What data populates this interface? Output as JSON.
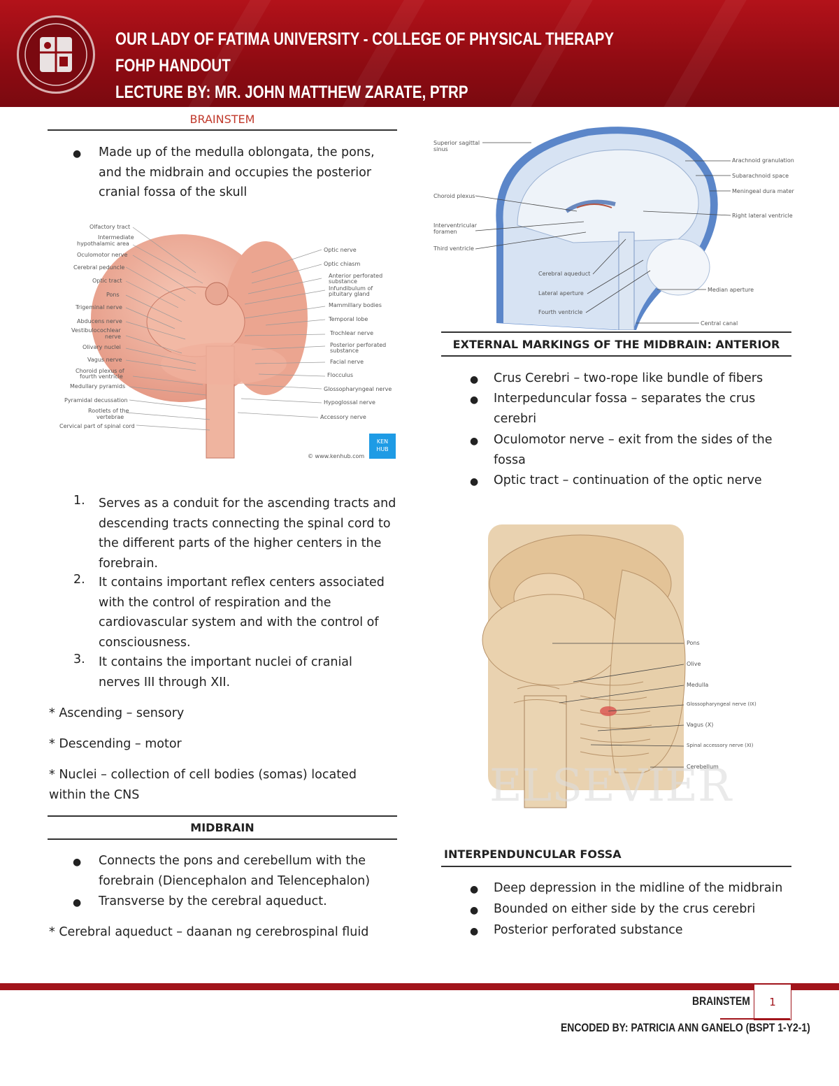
{
  "header": {
    "line1": "OUR LADY OF FATIMA UNIVERSITY - COLLEGE OF PHYSICAL THERAPY",
    "line2": "FOHP HANDOUT",
    "line3": "LECTURE BY: MR. JOHN MATTHEW ZARATE, PTRP"
  },
  "brainstem": {
    "title": "BRAINSTEM",
    "bullet1": [
      "Made up of the medulla oblongata, the pons,",
      "and the midbrain and occupies the posterior",
      "cranial fossa of the skull"
    ],
    "figure_labels_left": [
      "Olfactory tract",
      "Intermediate",
      "hypothalamic area",
      "Oculomotor nerve",
      "Cerebral peduncle",
      "Optic tract",
      "Pons",
      "Trigeminal nerve",
      "Abducens nerve",
      "Vestibulocochlear",
      "nerve",
      "Olivary nuclei",
      "Vagus nerve",
      "Choroid plexus of",
      "fourth ventricle",
      "Medullary pyramids",
      "Pyramidal decussation",
      "Rootlets of the",
      "vertebrae",
      "Cervical part of spinal cord"
    ],
    "figure_labels_right": [
      "Optic nerve",
      "Optic chiasm",
      "Anterior perforated",
      "substance",
      "Infundibulum of",
      "pituitary gland",
      "Mammillary bodies",
      "Temporal lobe",
      "Trochlear nerve",
      "Posterior perforated",
      "substance",
      "Facial nerve",
      "Flocculus",
      "Glossopharyngeal nerve",
      "Hypoglossal nerve",
      "Accessory nerve"
    ],
    "badge": [
      "KEN",
      "HUB"
    ],
    "credit": "© www.kenhub.com",
    "list": [
      {
        "n": "1.",
        "lines": [
          "Serves as a conduit for the ascending tracts and",
          "descending tracts connecting the spinal cord to",
          "the different parts of the higher centers in the",
          "forebrain."
        ]
      },
      {
        "n": "2.",
        "lines": [
          "It contains important reflex centers associated",
          "with the control of respiration and the",
          "cardiovascular system and with the control of",
          "consciousness."
        ]
      },
      {
        "n": "3.",
        "lines": [
          "It contains the important nuclei of cranial",
          "nerves III through XII."
        ]
      }
    ],
    "note1": "* Ascending – sensory",
    "note2": "* Descending – motor",
    "note3": [
      "* Nuclei – collection of cell bodies (somas) located",
      "within the CNS"
    ]
  },
  "midbrain": {
    "title": "MIDBRAIN",
    "b1": [
      "Connects the pons and cerebellum with the",
      "forebrain (Diencephalon and Telencephalon)"
    ],
    "b2": "Transverse by the cerebral aqueduct.",
    "note": "* Cerebral aqueduct – daanan ng cerebrospinal fluid"
  },
  "csf_figure": {
    "labels_left": [
      "Superior sagittal",
      "sinus",
      "Choroid plexus",
      "Interventricular",
      "foramen",
      "Third ventricle",
      "Cerebral aqueduct",
      "Lateral aperture",
      "Fourth ventricle"
    ],
    "labels_right": [
      "Arachnoid granulation",
      "Subarachnoid space",
      "Meningeal dura mater",
      "Right lateral ventricle",
      "Median aperture",
      "Central canal"
    ]
  },
  "external": {
    "title": "EXTERNAL MARKINGS OF THE MIDBRAIN: ANTERIOR",
    "items": [
      [
        "Crus Cerebri – two-rope like bundle of fibers"
      ],
      [
        "Interpeduncular fossa – separates the crus",
        "cerebri"
      ],
      [
        "Oculomotor nerve – exit from the sides of the",
        "fossa"
      ],
      [
        "Optic tract – continuation of the optic nerve"
      ]
    ]
  },
  "netter": {
    "labels": [
      "Pons",
      "Olive",
      "Medulla",
      "Glossopharyngeal nerve (IX)",
      "Vagus (X)",
      "Spinal accessory nerve (XI)",
      "Cerebellum"
    ],
    "watermark": "ELSEVIER"
  },
  "interpeduncular": {
    "title": "INTERPENDUNCULAR FOSSA",
    "items": [
      "Deep depression in the midline of the midbrain",
      "Bounded on either side by the crus cerebri",
      "Posterior perforated substance"
    ]
  },
  "footer": {
    "section": "BRAINSTEM",
    "page": "1",
    "encoded": "ENCODED BY: PATRICIA ANN GANELO (BSPT 1-Y2-1)"
  },
  "colors": {
    "brand": "#a1141b",
    "dark_red": "#7a0910"
  }
}
